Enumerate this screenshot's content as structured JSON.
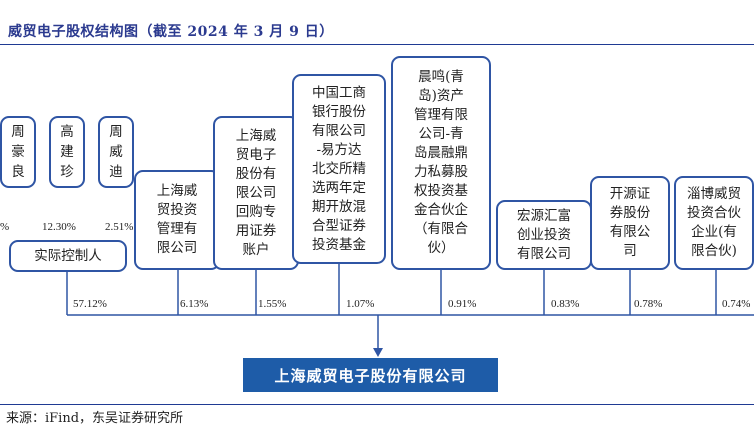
{
  "title": "威贸电子股权结构图（截至 2024 年 3 月 9 日）",
  "source": "来源：iFind，东吴证券研究所",
  "controller": {
    "label": "实际控制人",
    "persons": [
      {
        "name": "周豪良",
        "pct": "%"
      },
      {
        "name": "高建珍",
        "pct": "12.30%"
      },
      {
        "name": "周威迪",
        "pct": "2.51%"
      }
    ]
  },
  "shareholders": [
    {
      "id": "controller",
      "pct": "57.12%"
    },
    {
      "id": "sh-touzi",
      "lines": [
        "上海威",
        "贸投资",
        "管理有",
        "限公司"
      ],
      "pct": "6.13%"
    },
    {
      "id": "sh-buyback",
      "lines": [
        "上海威",
        "贸电子",
        "股份有",
        "限公司",
        "回购专",
        "用证券",
        "账户"
      ],
      "pct": "1.55%"
    },
    {
      "id": "icbc-fund",
      "lines": [
        "中国工商",
        "银行股份",
        "有限公司",
        "-易方达",
        "北交所精",
        "选两年定",
        "期开放混",
        "合型证券",
        "投资基金"
      ],
      "pct": "1.07%"
    },
    {
      "id": "chenming",
      "lines": [
        "晨鸣(青",
        "岛)资产",
        "管理有限",
        "公司-青",
        "岛晨融鼎",
        "力私募股",
        "权投资基",
        "金合伙企",
        "（有限合",
        "伙）"
      ],
      "pct": "0.91%"
    },
    {
      "id": "hongyuan",
      "lines": [
        "宏源汇富",
        "创业投资",
        "有限公司"
      ],
      "pct": "0.83%"
    },
    {
      "id": "kaiyuan",
      "lines": [
        "开源证",
        "券股份",
        "有限公",
        "司"
      ],
      "pct": "0.78%"
    },
    {
      "id": "zibo",
      "lines": [
        "淄博威贸",
        "投资合伙",
        "企业(有",
        "限合伙)"
      ],
      "pct": "0.74%"
    }
  ],
  "company": "上海威贸电子股份有限公司",
  "colors": {
    "border": "#2f55a4",
    "company_fill": "#1e5ca8",
    "title": "#2b3a8f"
  }
}
